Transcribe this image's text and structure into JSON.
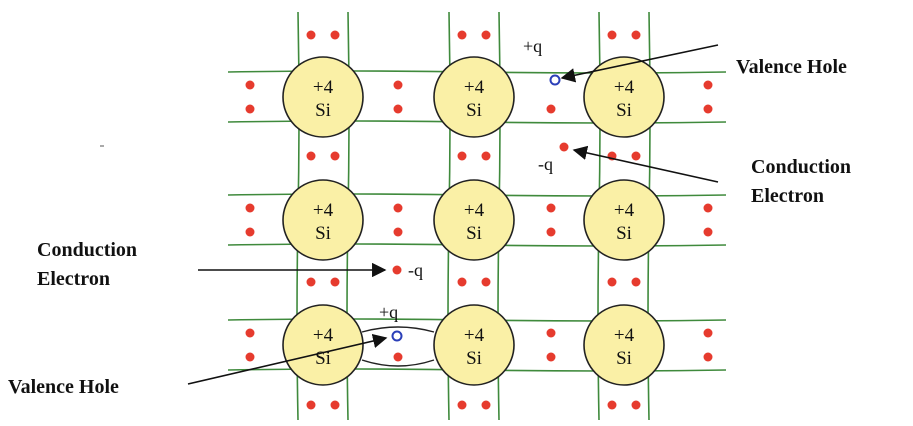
{
  "colors": {
    "bond": "#3f8a3c",
    "atom_fill": "#faf0a6",
    "atom_stroke": "#222222",
    "electron": "#e63b2e",
    "hole": "#2b3fb8",
    "arrow": "#111111"
  },
  "atoms": [
    {
      "charge": "+4",
      "element": "Si"
    },
    {
      "charge": "+4",
      "element": "Si"
    },
    {
      "charge": "+4",
      "element": "Si"
    },
    {
      "charge": "+4",
      "element": "Si"
    },
    {
      "charge": "+4",
      "element": "Si"
    },
    {
      "charge": "+4",
      "element": "Si"
    },
    {
      "charge": "+4",
      "element": "Si"
    },
    {
      "charge": "+4",
      "element": "Si"
    },
    {
      "charge": "+4",
      "element": "Si"
    }
  ],
  "charges": {
    "hole_top": "+q",
    "electron_top": "-q",
    "electron_mid": "-q",
    "hole_bottom": "+q"
  },
  "labels": {
    "valence_hole_top": "Valence Hole",
    "conduction_electron_right_1": "Conduction",
    "conduction_electron_right_2": "Electron",
    "conduction_electron_left_1": "Conduction",
    "conduction_electron_left_2": "Electron",
    "valence_hole_bottom": "Valence Hole"
  }
}
